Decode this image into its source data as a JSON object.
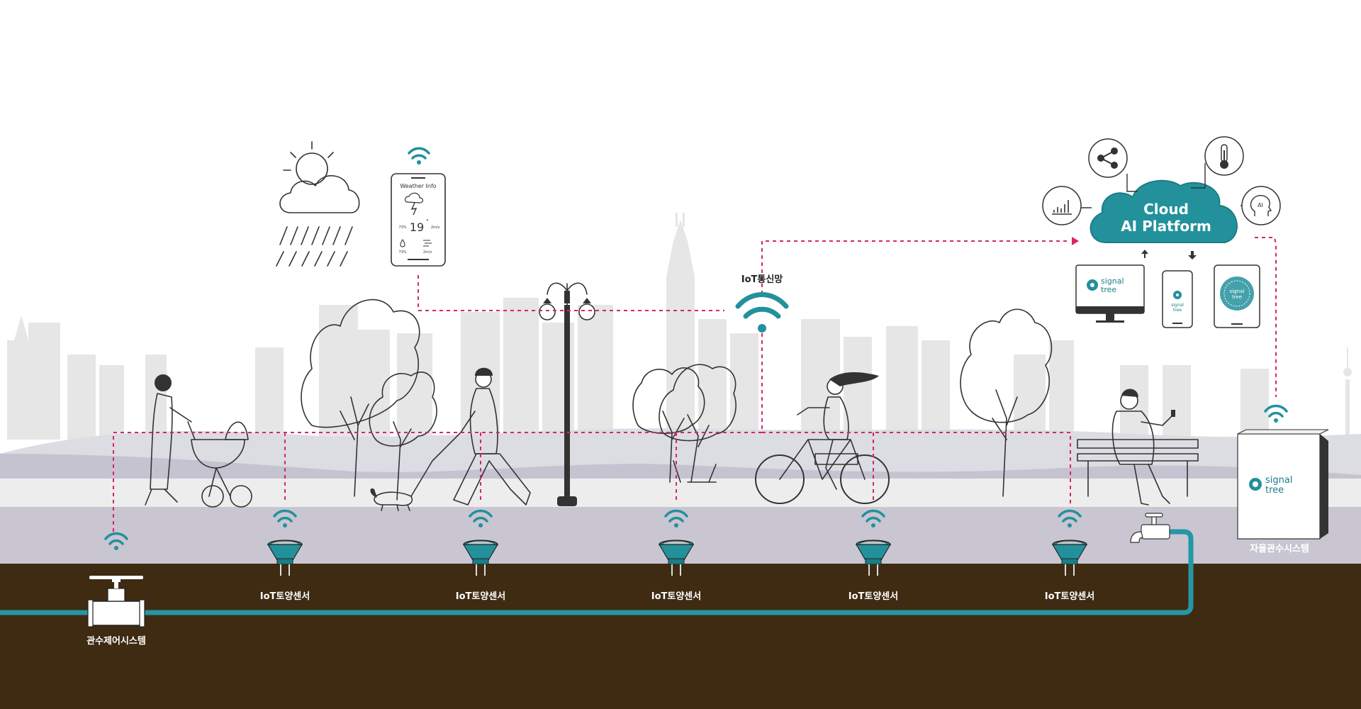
{
  "labels": {
    "iot_network": "IoT통신망",
    "soil_sensor": "IoT토양센서",
    "irrigation_control": "관수제어시스템",
    "autonomous_irrigation": "자율관수시스템",
    "cloud_line1": "Cloud",
    "cloud_line2": "AI Platform",
    "weather_title": "Weather Info",
    "weather_temp": "19",
    "weather_deg": "°",
    "weather_humidity": "73%",
    "weather_wind": "2m/s",
    "weather_drop": "73%",
    "weather_wind2": "2m/s",
    "brand_signal": "signal",
    "brand_tree": "tree",
    "ai_icon_text": "AI"
  },
  "colors": {
    "teal": "#23919c",
    "teal_dark": "#1b7d86",
    "soil": "#3f2a12",
    "pipe": "#2596a4",
    "dashed_link": "#d6246e",
    "ground_path": "#c9c6d2",
    "skyline": "#e4e4e4"
  },
  "icons": [
    "wifi-icon",
    "share-icon",
    "thermometer-icon",
    "bar-chart-icon",
    "ai-head-icon",
    "weather-cloud-icon",
    "phone-icon",
    "monitor-icon",
    "tablet-icon",
    "valve-icon",
    "faucet-icon",
    "street-lamp-icon"
  ]
}
